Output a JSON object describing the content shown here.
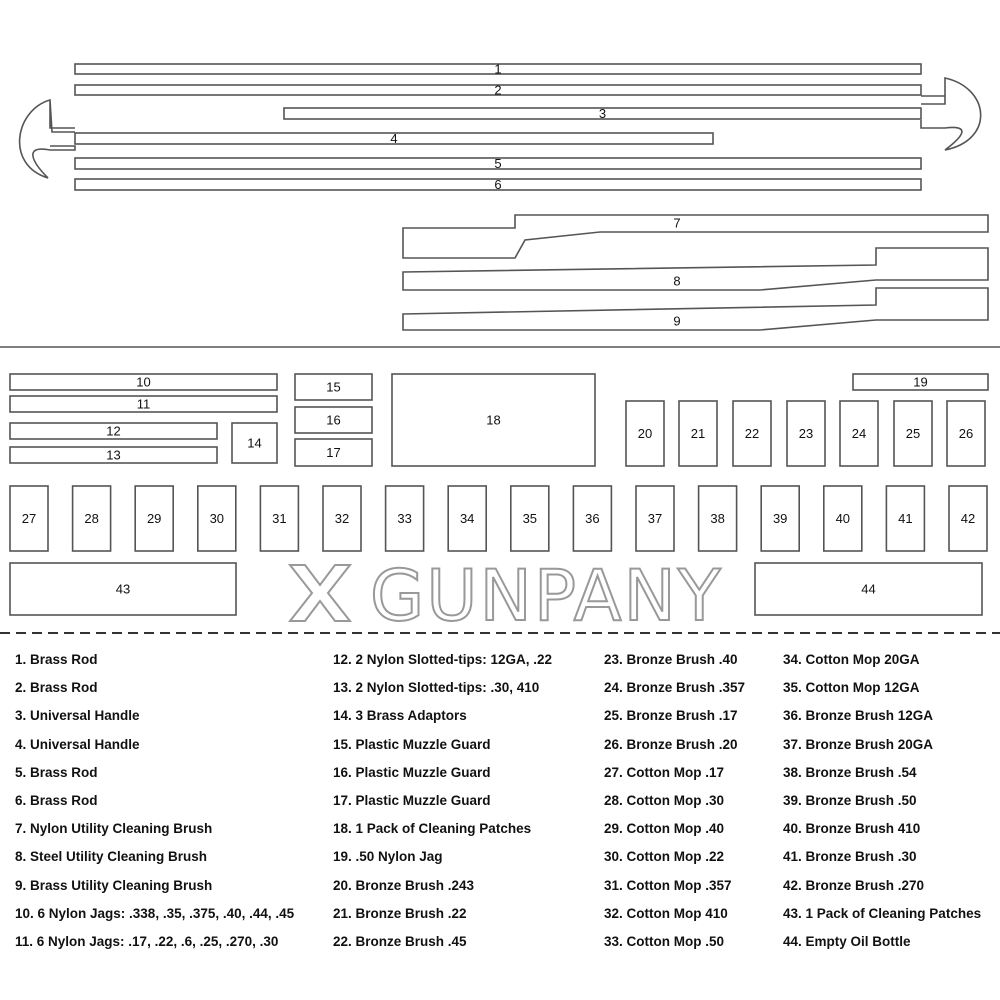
{
  "brand": "GUNPANY",
  "part_numbers": [
    "1",
    "2",
    "3",
    "4",
    "5",
    "6",
    "7",
    "8",
    "9",
    "10",
    "11",
    "12",
    "13",
    "14",
    "15",
    "16",
    "17",
    "18",
    "19",
    "20",
    "21",
    "22",
    "23",
    "24",
    "25",
    "26",
    "27",
    "28",
    "29",
    "30",
    "31",
    "32",
    "33",
    "34",
    "35",
    "36",
    "37",
    "38",
    "39",
    "40",
    "41",
    "42",
    "43",
    "44"
  ],
  "legend": [
    "1. Brass Rod",
    "2. Brass Rod",
    "3. Universal Handle",
    "4. Universal Handle",
    "5. Brass Rod",
    "6. Brass Rod",
    "7. Nylon Utility Cleaning Brush",
    "8. Steel Utility Cleaning Brush",
    "9. Brass Utility Cleaning Brush",
    "10. 6 Nylon Jags: .338, .35, .375, .40, .44, .45",
    "11. 6 Nylon Jags: .17, .22, .6, .25, .270, .30",
    "12. 2 Nylon Slotted-tips: 12GA, .22",
    "13. 2 Nylon Slotted-tips: .30, 410",
    "14. 3 Brass Adaptors",
    "15. Plastic Muzzle Guard",
    "16. Plastic Muzzle Guard",
    "17. Plastic Muzzle Guard",
    "18. 1 Pack of Cleaning Patches",
    "19. .50 Nylon Jag",
    "20. Bronze Brush .243",
    "21. Bronze Brush .22",
    "22. Bronze Brush .45",
    "23. Bronze Brush .40",
    "24. Bronze Brush .357",
    "25. Bronze Brush .17",
    "26. Bronze Brush .20",
    "27. Cotton Mop .17",
    "28. Cotton Mop .30",
    "29. Cotton Mop .40",
    "30. Cotton Mop .22",
    "31. Cotton Mop .357",
    "32. Cotton Mop 410",
    "33. Cotton Mop .50",
    "34. Cotton Mop 20GA",
    "35. Cotton Mop 12GA",
    "36. Bronze Brush 12GA",
    "37. Bronze Brush 20GA",
    "38. Bronze Brush .54",
    "39. Bronze Brush .50",
    "40. Bronze Brush 410",
    "41. Bronze Brush .30",
    "42. Bronze Brush .270",
    "43. 1 Pack of Cleaning Patches",
    "44. Empty Oil Bottle"
  ]
}
